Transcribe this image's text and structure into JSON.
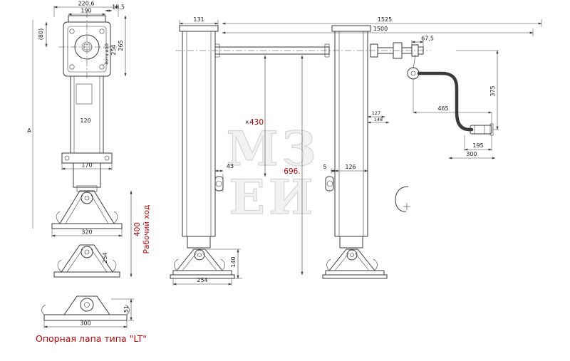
{
  "drawing": {
    "caption": "Опорная лапа типа \"LT\"",
    "watermark": {
      "top": "МЗ",
      "bottom": "ЕИ"
    },
    "colors": {
      "dimension_red": "#c00000",
      "line": "#3a3a3a",
      "watermark": "#d0d0d0"
    },
    "left_view": {
      "width_top": "220,6",
      "width_inner": "190",
      "offset_18_5": "18,5",
      "height_paren": "(80)",
      "length_label": "A",
      "height_265": "265",
      "height_254": "254",
      "holes_note": "4отв.⌀20",
      "dim_120": "120",
      "dim_170": "170",
      "dim_320": "320",
      "dim_254_foot": "254",
      "dim_51": "51",
      "dim_300": "300",
      "stroke_value": "400",
      "stroke_label": "Рабочий ход"
    },
    "front_view": {
      "dim_131": "131",
      "dim_1525": "1525",
      "dim_1500": "1500",
      "dim_67_5": "67,5",
      "k_label": "к",
      "dim_430": "430",
      "dim_696": "696.",
      "dim_43": "43",
      "dim_5": "5",
      "dim_126": "126",
      "dim_127": "127",
      "dim_148": "148",
      "dim_465": "465",
      "dim_375": "375",
      "dim_195": "195",
      "dim_300": "300",
      "dim_140": "140",
      "dim_254": "254"
    }
  }
}
